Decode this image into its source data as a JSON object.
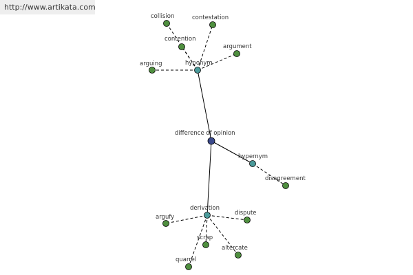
{
  "watermark": {
    "text": "http://www.artikata.com"
  },
  "colors": {
    "root": "#3b4a8c",
    "relation": "#4a9a9a",
    "word": "#4f8f3f",
    "edge": "#000000",
    "text": "#333333"
  },
  "graph": {
    "nodes": [
      {
        "id": "root",
        "label": "difference of opinion",
        "kind": "root"
      },
      {
        "id": "hyponym",
        "label": "hyponym",
        "kind": "relation"
      },
      {
        "id": "hypernym",
        "label": "hypernym",
        "kind": "relation"
      },
      {
        "id": "derivation",
        "label": "derivation",
        "kind": "relation"
      },
      {
        "id": "collision",
        "label": "collision",
        "kind": "word"
      },
      {
        "id": "contestation",
        "label": "contestation",
        "kind": "word"
      },
      {
        "id": "contention",
        "label": "contention",
        "kind": "word"
      },
      {
        "id": "argument",
        "label": "argument",
        "kind": "word"
      },
      {
        "id": "arguing",
        "label": "arguing",
        "kind": "word"
      },
      {
        "id": "disagreement",
        "label": "disagreement",
        "kind": "word"
      },
      {
        "id": "argufy",
        "label": "argufy",
        "kind": "word"
      },
      {
        "id": "dispute",
        "label": "dispute",
        "kind": "word"
      },
      {
        "id": "scrap",
        "label": "scrap",
        "kind": "word"
      },
      {
        "id": "altercate",
        "label": "altercate",
        "kind": "word"
      },
      {
        "id": "quarrel",
        "label": "quarrel",
        "kind": "word"
      }
    ],
    "edges": [
      {
        "from": "root",
        "to": "hyponym",
        "style": "solid"
      },
      {
        "from": "root",
        "to": "hypernym",
        "style": "solid"
      },
      {
        "from": "root",
        "to": "derivation",
        "style": "solid"
      },
      {
        "from": "hyponym",
        "to": "collision",
        "style": "dashed"
      },
      {
        "from": "hyponym",
        "to": "contestation",
        "style": "dashed"
      },
      {
        "from": "hyponym",
        "to": "contention",
        "style": "dashed"
      },
      {
        "from": "hyponym",
        "to": "argument",
        "style": "dashed"
      },
      {
        "from": "hyponym",
        "to": "arguing",
        "style": "dashed"
      },
      {
        "from": "hypernym",
        "to": "disagreement",
        "style": "dashed"
      },
      {
        "from": "derivation",
        "to": "argufy",
        "style": "dashed"
      },
      {
        "from": "derivation",
        "to": "dispute",
        "style": "dashed"
      },
      {
        "from": "derivation",
        "to": "scrap",
        "style": "dashed"
      },
      {
        "from": "derivation",
        "to": "altercate",
        "style": "dashed"
      },
      {
        "from": "derivation",
        "to": "quarrel",
        "style": "dashed"
      }
    ]
  }
}
